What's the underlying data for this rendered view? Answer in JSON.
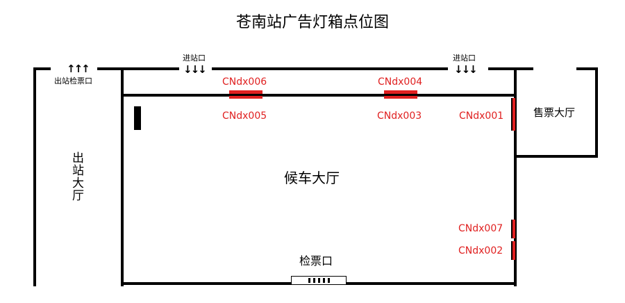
{
  "title": "苍南站广告灯箱点位图",
  "labels": {
    "exit_gate": "出站检票口",
    "entrance_left": "进站口",
    "entrance_right": "进站口",
    "exit_hall": "出站大厅",
    "waiting_hall": "候车大厅",
    "ticket_hall": "售票大厅",
    "check_gate": "检票口"
  },
  "arrows": {
    "up": "↑↑↑",
    "down": "↓↓↓"
  },
  "lightboxes": [
    "CNdx006",
    "CNdx005",
    "CNdx004",
    "CNdx003",
    "CNdx001",
    "CNdx007",
    "CNdx002"
  ],
  "colors": {
    "lightbox": "#e02020",
    "wall": "#000000"
  }
}
